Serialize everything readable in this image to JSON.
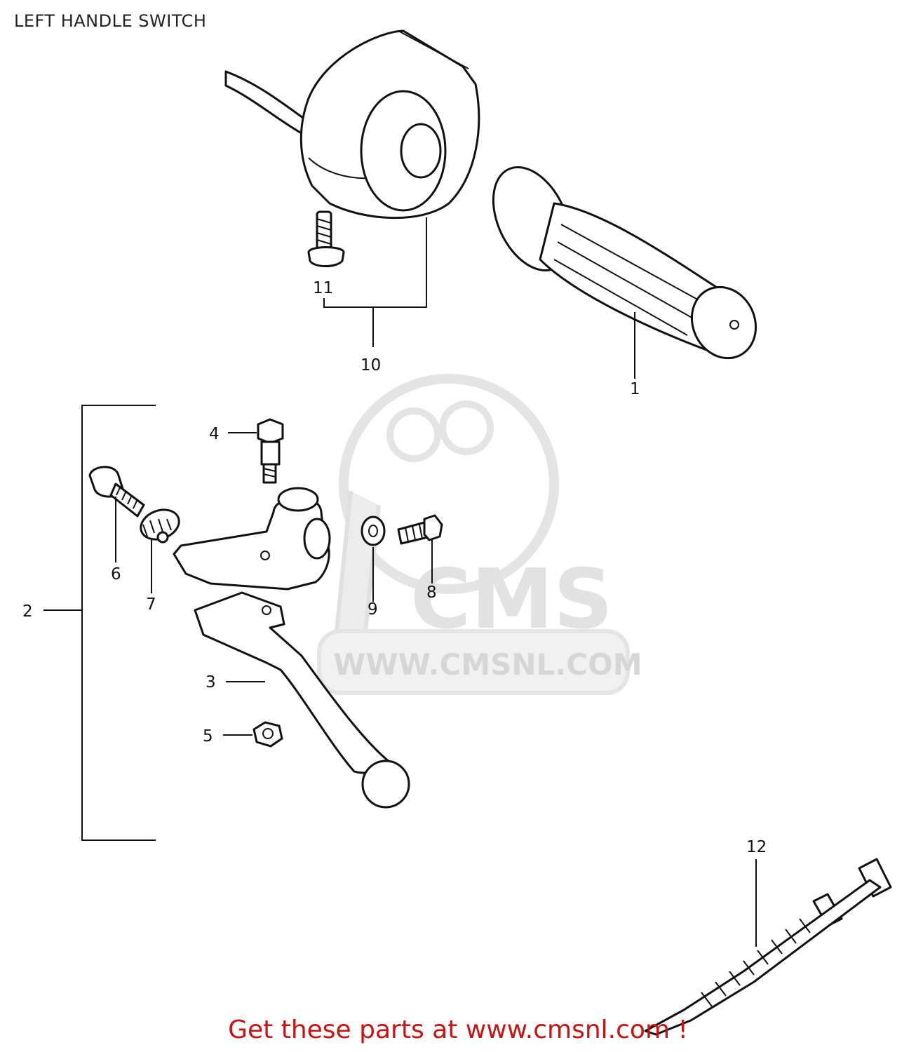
{
  "title": "LEFT HANDLE SWITCH",
  "footer": "Get these parts at www.cmsnl.com !",
  "watermark": {
    "logo_text": "CMS",
    "url_text": "WWW.CMSNL.COM",
    "color": "#e2e2e2"
  },
  "labels": {
    "p1": "1",
    "p2": "2",
    "p3": "3",
    "p4": "4",
    "p5": "5",
    "p6": "6",
    "p7": "7",
    "p8": "8",
    "p9": "9",
    "p10": "10",
    "p11": "11",
    "p12": "12"
  },
  "colors": {
    "ink": "#111111",
    "footer": "#cc1111",
    "background": "#ffffff"
  }
}
